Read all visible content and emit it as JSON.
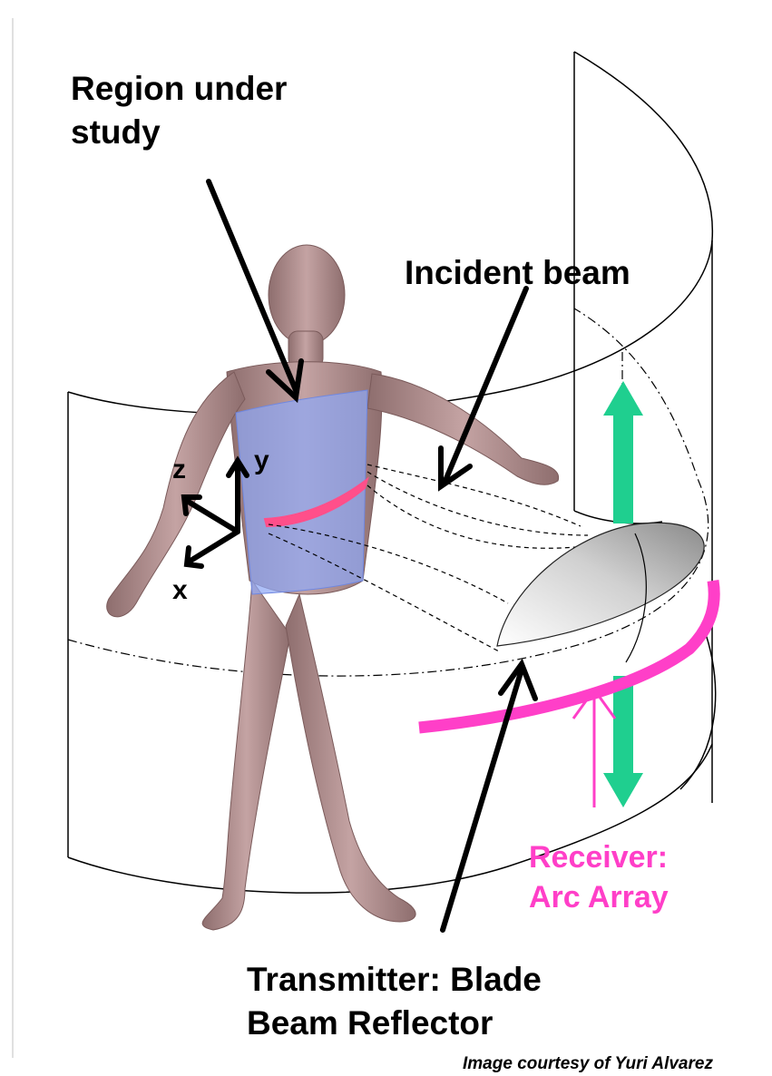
{
  "labels": {
    "region_line1": "Region under",
    "region_line2": "study",
    "incident_beam": "Incident beam",
    "transmitter_line1": "Transmitter: Blade",
    "transmitter_line2": "Beam Reflector",
    "receiver_line1": "Receiver:",
    "receiver_line2": "Arc Array",
    "credit": "Image courtesy of Yuri Alvarez"
  },
  "axes": {
    "x": "x",
    "y": "y",
    "z": "z"
  },
  "colors": {
    "body": "#a88484",
    "body_highlight": "#c9a8a8",
    "region_overlay": "#8fa7f5",
    "scan_stripe": "#ff4f8a",
    "receiver_arc": "#ff3fc8",
    "green_arrow": "#1fcf8f",
    "reflector_light": "#ffffff",
    "reflector_dark": "#8a8a8a"
  }
}
